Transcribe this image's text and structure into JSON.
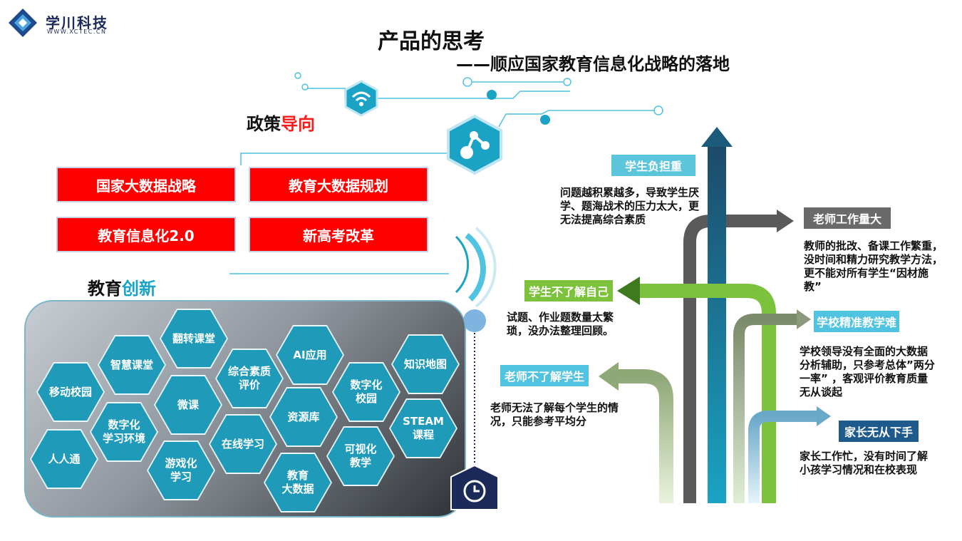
{
  "logo": {
    "name": "学川科技",
    "url_text": "WWW.XCTEC.CN"
  },
  "header": {
    "title": "产品的思考",
    "subtitle": "——顺应国家教育信息化战略的落地"
  },
  "policy": {
    "title_part1": "政策",
    "title_part2": "导向",
    "items": [
      "国家大数据战略",
      "教育大数据规划",
      "教育信息化2.0",
      "新高考改革"
    ]
  },
  "innovation": {
    "title_part1": "教育",
    "title_part2": "创新",
    "hexagons": [
      "翻转课堂",
      "智慧课堂",
      "移动校园",
      "微课",
      "综合素质\n评价",
      "AI应用",
      "数字化\n校园",
      "知识地图",
      "数字化\n学习环境",
      "人人通",
      "在线学习",
      "资源库",
      "游戏化\n学习",
      "教育\n大数据",
      "可视化\n教学",
      "STEAM\n课程"
    ]
  },
  "problems": [
    {
      "label": "学生负担重",
      "desc": "问题越积累越多，导致学生厌学、题海战术的压力太大，更无法提高综合素质",
      "color": "#5bc5dc"
    },
    {
      "label": "老师工作量大",
      "desc": "教师的批改、备课工作繁重，没时间和精力研究教学方法，更不能对所有学生“因材施教”",
      "color": "#5a5a5a"
    },
    {
      "label": "学生不了解自己",
      "desc": "试题、作业题数量太繁琐，没办法整理回顾。",
      "color": "#7cc23c"
    },
    {
      "label": "学校精准教学难",
      "desc": "学校领导没有全面的大数据分析辅助，只参考总体”两分一率”   ，客观评价教育质量无从谈起",
      "color": "#4fc3e0"
    },
    {
      "label": "老师不了解学生",
      "desc": "老师无法了解每个学生的情况，只能参考平均分",
      "color": "#4fc3e0"
    },
    {
      "label": "家长无从下手",
      "desc": "家长工作忙，没有时间了解小孩学习情况和在校表现",
      "color": "#1e5a8c"
    }
  ],
  "colors": {
    "policy_red": "#ff0000",
    "hex_blue": "#1f9bb9",
    "teal": "#1aa3c4",
    "dark_navy": "#1c2a5a"
  },
  "icons": [
    "logo-diamond-icon",
    "wifi-icon",
    "share-node-icon",
    "clock-icon"
  ]
}
